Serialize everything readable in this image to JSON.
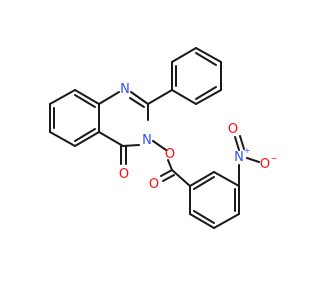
{
  "molecule": {
    "atoms": {
      "n1": {
        "symbol": "N",
        "color": "#3050f8"
      },
      "n3": {
        "symbol": "N",
        "color": "#3050f8"
      },
      "o_carbonyl": {
        "symbol": "O",
        "color": "#ff0d0d"
      },
      "o_ester_link": {
        "symbol": "O",
        "color": "#ff0d0d"
      },
      "o_ester_carbonyl": {
        "symbol": "O",
        "color": "#ff0d0d"
      },
      "n_nitro": {
        "symbol": "N",
        "charge": "+",
        "color": "#3050f8"
      },
      "o_nitro_top": {
        "symbol": "O",
        "color": "#ff0d0d"
      },
      "o_nitro_bottom": {
        "symbol": "O",
        "charge": "−",
        "color": "#ff0d0d"
      }
    },
    "bond_color": "#1a1a1a",
    "background": "#ffffff"
  }
}
